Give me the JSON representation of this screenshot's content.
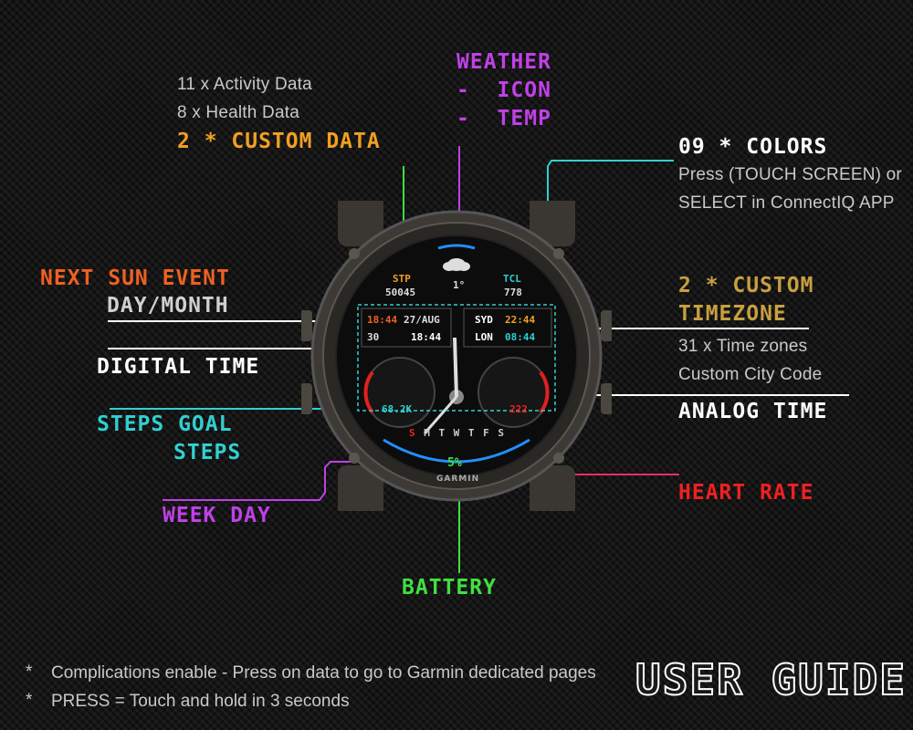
{
  "colors": {
    "magenta": "#c040e8",
    "orange": "#f0a020",
    "white": "#ffffff",
    "cyan": "#30d0d0",
    "green": "#40e040",
    "red": "#f02020",
    "next_sun": "#f06020",
    "gold": "#c8a040",
    "pink": "#f03060"
  },
  "annotations": {
    "activity_data": "11 x Activity Data",
    "health_data": "8 x Health Data",
    "custom_data": "2 * CUSTOM DATA",
    "weather_title": "WEATHER",
    "weather_icon": "-  ICON",
    "weather_temp": "-  TEMP",
    "colors_title": "09 * COLORS",
    "colors_desc1": "Press (TOUCH SCREEN) or",
    "colors_desc2": "SELECT in ConnectIQ APP",
    "next_sun": "NEXT SUN EVENT",
    "day_month": "DAY/MONTH",
    "custom_tz1": "2 * CUSTOM",
    "custom_tz2": "TIMEZONE",
    "tz_desc1": "31 x Time zones",
    "tz_desc2": "Custom City Code",
    "digital_time": "DIGITAL TIME",
    "analog_time": "ANALOG TIME",
    "steps_goal": "STEPS GOAL",
    "steps": "STEPS",
    "heart_rate": "HEART RATE",
    "week_day": "WEEK DAY",
    "battery": "BATTERY"
  },
  "watch": {
    "stp_label": "STP",
    "stp_value": "50045",
    "tcl_label": "TCL",
    "tcl_value": "778",
    "temp": "1°",
    "sun_time": "18:44",
    "date": "27/AUG",
    "sec": "30",
    "time": "18:44",
    "tz1_city": "SYD",
    "tz1_time": "22:44",
    "tz2_city": "LON",
    "tz2_time": "08:44",
    "steps_pct": "68.2K",
    "heart": "222",
    "weekdays": [
      "S",
      "M",
      "T",
      "W",
      "T",
      "F",
      "S"
    ],
    "battery": "5%",
    "brand": "GARMIN"
  },
  "footer": {
    "bullet": "*",
    "note1": "Complications enable - Press on data to go to Garmin dedicated pages",
    "note2": "PRESS = Touch and hold in 3 seconds",
    "title": "USER GUIDE"
  }
}
